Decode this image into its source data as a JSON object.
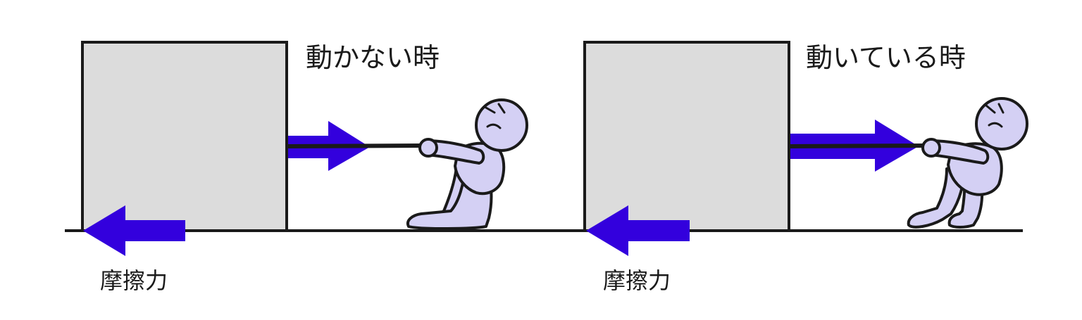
{
  "panels": [
    {
      "id": "static",
      "title": "動かない時",
      "friction_label": "摩擦力"
    },
    {
      "id": "moving",
      "title": "動いている時",
      "friction_label": "摩擦力"
    }
  ],
  "colors": {
    "force_arrow": "#3300dd",
    "box_fill": "#dcdcdc",
    "person_fill": "#d4d0f4",
    "outline": "#1a1a1a",
    "background": "#ffffff"
  },
  "icons": {
    "person": "pulling-person-icon",
    "box": "box-icon",
    "rope": "rope-icon",
    "pull_arrow": "pull-force-arrow-icon",
    "friction_arrow": "friction-force-arrow-icon"
  }
}
